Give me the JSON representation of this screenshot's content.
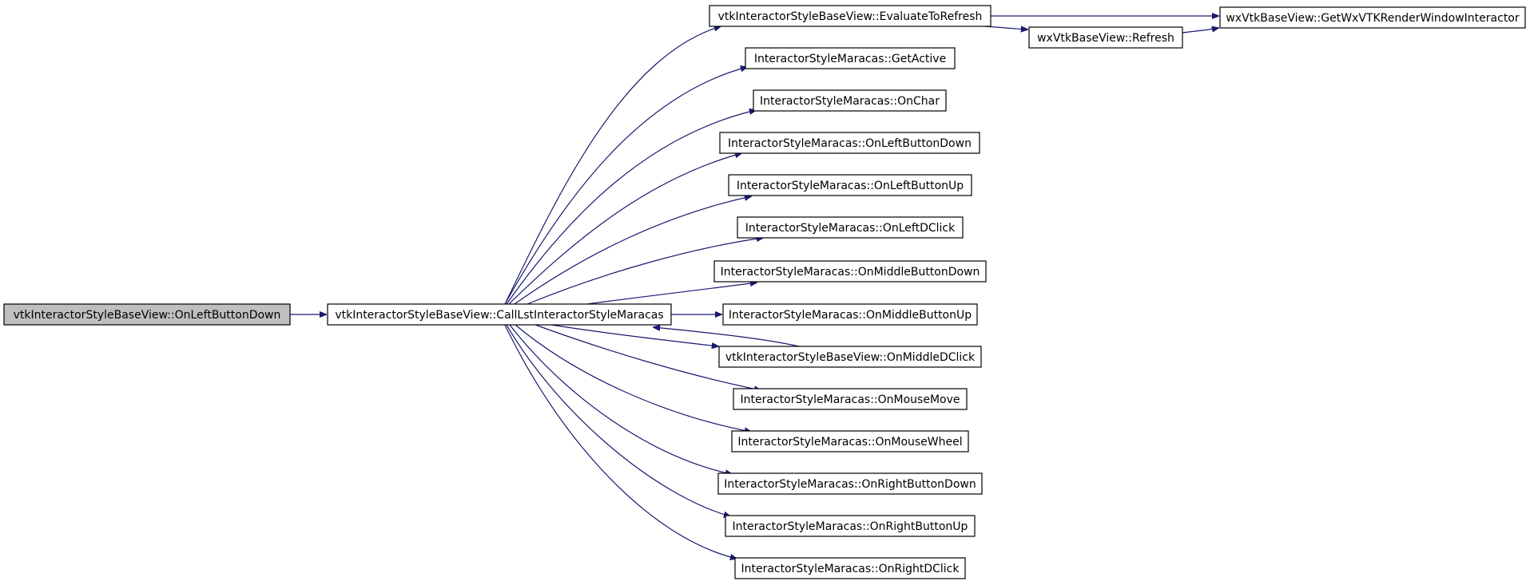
{
  "colors": {
    "edge": "#191970",
    "node_border": "#000000",
    "node_fill": "#ffffff",
    "root_fill": "#bfbfbf"
  },
  "nodes": [
    {
      "id": "onleftbuttondown-root",
      "label": "vtkInteractorStyleBaseView::OnLeftButtonDown",
      "root": true
    },
    {
      "id": "calllst",
      "label": "vtkInteractorStyleBaseView::CallLstInteractorStyleMaracas"
    },
    {
      "id": "evaluatetorefresh",
      "label": "vtkInteractorStyleBaseView::EvaluateToRefresh"
    },
    {
      "id": "getwxvtkrwi",
      "label": "wxVtkBaseView::GetWxVTKRenderWindowInteractor"
    },
    {
      "id": "refresh",
      "label": "wxVtkBaseView::Refresh"
    },
    {
      "id": "getactive",
      "label": "InteractorStyleMaracas::GetActive"
    },
    {
      "id": "onchar",
      "label": "InteractorStyleMaracas::OnChar"
    },
    {
      "id": "onleftbuttondown",
      "label": "InteractorStyleMaracas::OnLeftButtonDown"
    },
    {
      "id": "onleftbuttonup",
      "label": "InteractorStyleMaracas::OnLeftButtonUp"
    },
    {
      "id": "onleftdclick",
      "label": "InteractorStyleMaracas::OnLeftDClick"
    },
    {
      "id": "onmiddlebuttondown",
      "label": "InteractorStyleMaracas::OnMiddleButtonDown"
    },
    {
      "id": "onmiddlebuttonup",
      "label": "InteractorStyleMaracas::OnMiddleButtonUp"
    },
    {
      "id": "onmiddledclick",
      "label": "vtkInteractorStyleBaseView::OnMiddleDClick"
    },
    {
      "id": "onmousemove",
      "label": "InteractorStyleMaracas::OnMouseMove"
    },
    {
      "id": "onmousewheel",
      "label": "InteractorStyleMaracas::OnMouseWheel"
    },
    {
      "id": "onrightbuttondown",
      "label": "InteractorStyleMaracas::OnRightButtonDown"
    },
    {
      "id": "onrightbuttonup",
      "label": "InteractorStyleMaracas::OnRightButtonUp"
    },
    {
      "id": "onrightdclick",
      "label": "InteractorStyleMaracas::OnRightDClick"
    }
  ],
  "edges": [
    {
      "from": "onleftbuttondown-root",
      "to": "calllst"
    },
    {
      "from": "calllst",
      "to": "evaluatetorefresh"
    },
    {
      "from": "calllst",
      "to": "getactive"
    },
    {
      "from": "calllst",
      "to": "onchar"
    },
    {
      "from": "calllst",
      "to": "onleftbuttondown"
    },
    {
      "from": "calllst",
      "to": "onleftbuttonup"
    },
    {
      "from": "calllst",
      "to": "onleftdclick"
    },
    {
      "from": "calllst",
      "to": "onmiddlebuttondown"
    },
    {
      "from": "calllst",
      "to": "onmiddlebuttonup"
    },
    {
      "from": "calllst",
      "to": "onmiddledclick"
    },
    {
      "from": "calllst",
      "to": "onmousemove"
    },
    {
      "from": "calllst",
      "to": "onmousewheel"
    },
    {
      "from": "calllst",
      "to": "onrightbuttondown"
    },
    {
      "from": "calllst",
      "to": "onrightbuttonup"
    },
    {
      "from": "calllst",
      "to": "onrightdclick"
    },
    {
      "from": "onmiddledclick",
      "to": "calllst"
    },
    {
      "from": "evaluatetorefresh",
      "to": "getwxvtkrwi"
    },
    {
      "from": "evaluatetorefresh",
      "to": "refresh"
    },
    {
      "from": "refresh",
      "to": "getwxvtkrwi"
    }
  ]
}
